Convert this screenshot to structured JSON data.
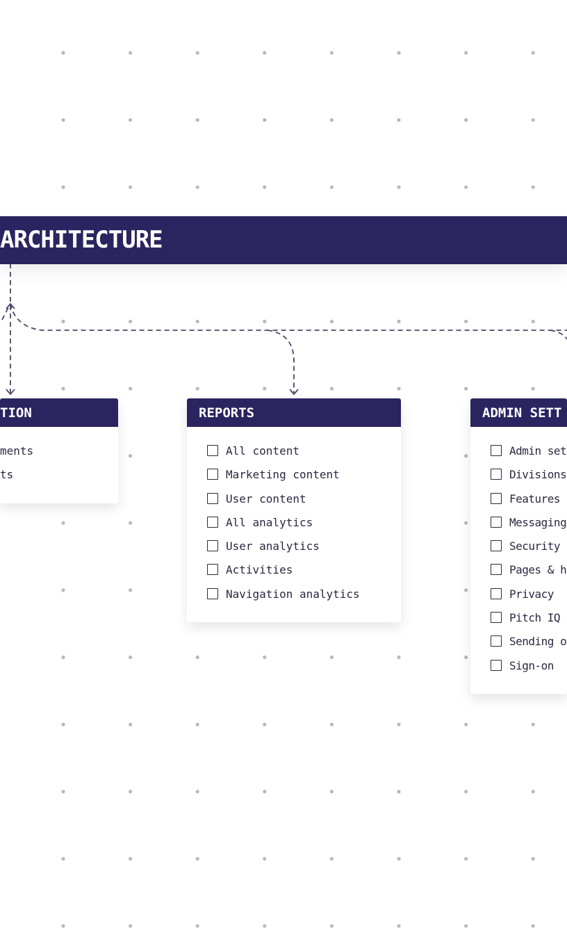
{
  "banner": {
    "title": "ARCHITECTURE"
  },
  "colors": {
    "navy": "#2a2560",
    "line": "#4a4866",
    "dot": "#b8b8c0"
  },
  "left_box": {
    "title": "TION",
    "items": [
      "ments",
      "ts"
    ]
  },
  "reports": {
    "title": "REPORTS",
    "items": [
      "All content",
      "Marketing content",
      "User content",
      "All analytics",
      "User analytics",
      "Activities",
      "Navigation analytics"
    ]
  },
  "admin": {
    "title": "ADMIN SETT",
    "items": [
      "Admin set",
      "Divisions",
      "Features",
      "Messaging",
      "Security",
      "Pages & h",
      "Privacy",
      "Pitch IQ",
      "Sending o",
      "Sign-on"
    ]
  },
  "icons": {
    "checkbox": "checkbox-empty-icon",
    "arrow": "arrow-head-icon"
  }
}
